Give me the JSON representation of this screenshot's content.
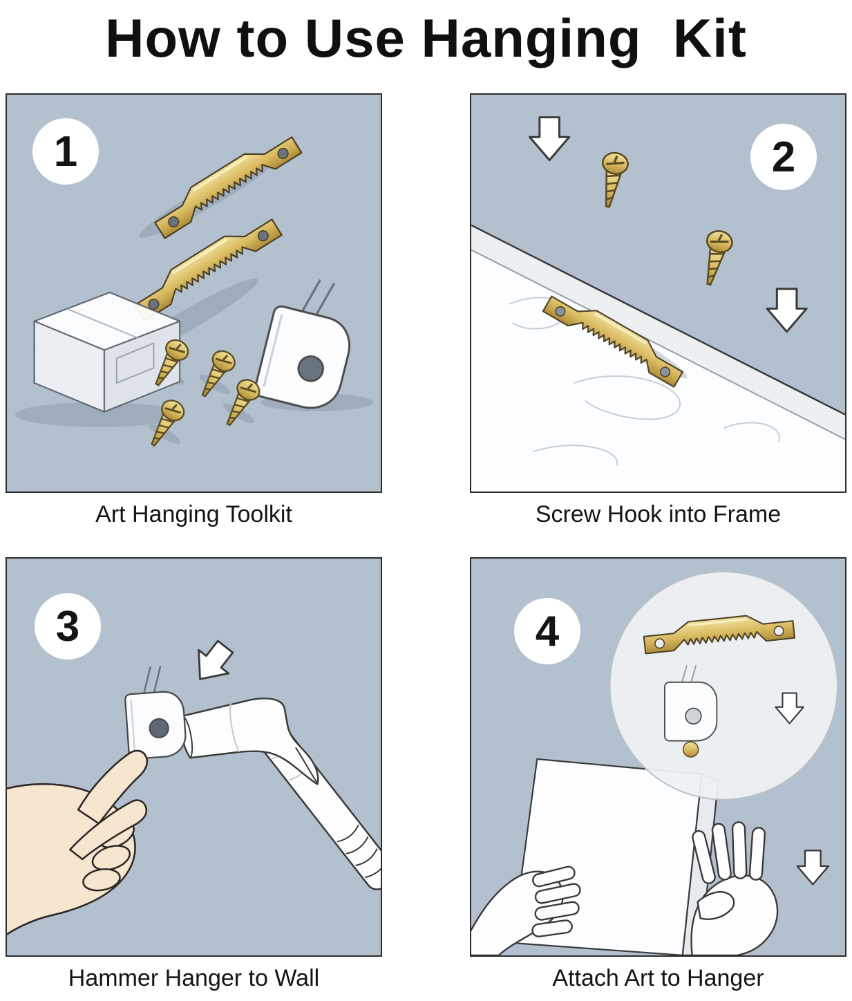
{
  "title": "How to Use Hanging  Kit",
  "steps": [
    {
      "number": "1",
      "caption": "Art Hanging Toolkit"
    },
    {
      "number": "2",
      "caption": "Screw Hook into Frame"
    },
    {
      "number": "3",
      "caption": "Hammer Hanger to Wall"
    },
    {
      "number": "4",
      "caption": "Attach Art to Hanger"
    }
  ],
  "colors": {
    "panel_background": "#b3c1cf",
    "brass": "#d8ba60",
    "outline": "#2c2c2c",
    "skin": "#f6e6d0",
    "white_item": "#fcfdfe"
  },
  "illustrations": {
    "step1": [
      "sawtooth-hanger",
      "sawtooth-hanger",
      "plastic-case",
      "wall-hook",
      "screws"
    ],
    "step2": [
      "frame-board",
      "sawtooth-hanger",
      "screws",
      "down-arrows"
    ],
    "step3": [
      "hand",
      "wall-hook",
      "hammer",
      "down-arrow"
    ],
    "step4": [
      "magnifier-circle",
      "sawtooth-hanger",
      "wall-hook",
      "canvas-frame",
      "hands",
      "down-arrow"
    ]
  }
}
